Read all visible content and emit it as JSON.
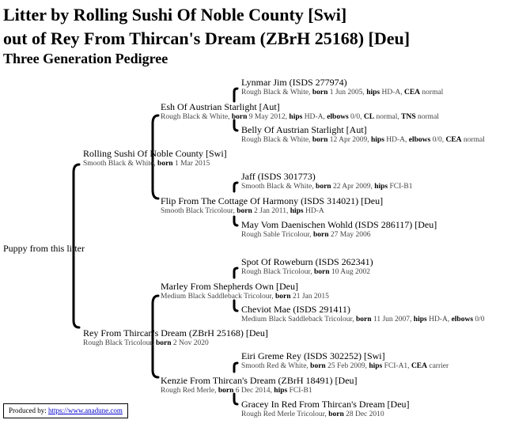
{
  "header": {
    "line1": "Litter by Rolling Sushi Of Noble County [Swi]",
    "line2": "out of Rey From Thircan's Dream (ZBrH 25168) [Deu]",
    "subtitle": "Three Generation Pedigree"
  },
  "root": {
    "label": "Puppy from this litter"
  },
  "sire": {
    "name": "Rolling Sushi Of Noble County [Swi]",
    "details": [
      {
        "t": "Smooth Black & White, "
      },
      {
        "b": "born"
      },
      {
        "t": " 1 Mar 2015"
      }
    ]
  },
  "sire_sire": {
    "name": "Esh Of Austrian Starlight [Aut]",
    "details": [
      {
        "t": "Rough Black & White, "
      },
      {
        "b": "born"
      },
      {
        "t": " 9 May 2012, "
      },
      {
        "b": "hips"
      },
      {
        "t": " HD-A, "
      },
      {
        "b": "elbows"
      },
      {
        "t": " 0/0, "
      },
      {
        "b": "CL"
      },
      {
        "t": " normal, "
      },
      {
        "b": "TNS"
      },
      {
        "t": " normal"
      }
    ]
  },
  "sire_sire_sire": {
    "name": "Lynmar Jim (ISDS 277974)",
    "details": [
      {
        "t": "Rough Black & White, "
      },
      {
        "b": "born"
      },
      {
        "t": " 1 Jun 2005, "
      },
      {
        "b": "hips"
      },
      {
        "t": " HD-A, "
      },
      {
        "b": "CEA"
      },
      {
        "t": " normal"
      }
    ]
  },
  "sire_sire_dam": {
    "name": "Belly Of Austrian Starlight [Aut]",
    "details": [
      {
        "t": "Rough Black & White, "
      },
      {
        "b": "born"
      },
      {
        "t": " 12 Apr 2009, "
      },
      {
        "b": "hips"
      },
      {
        "t": " HD-A, "
      },
      {
        "b": "elbows"
      },
      {
        "t": " 0/0, "
      },
      {
        "b": "CEA"
      },
      {
        "t": " normal"
      }
    ]
  },
  "sire_dam": {
    "name": "Flip From The Cottage Of Harmony (ISDS 314021) [Deu]",
    "details": [
      {
        "t": "Smooth Black Tricolour, "
      },
      {
        "b": "born"
      },
      {
        "t": " 2 Jan 2011, "
      },
      {
        "b": "hips"
      },
      {
        "t": " HD-A"
      }
    ]
  },
  "sire_dam_sire": {
    "name": "Jaff (ISDS 301773)",
    "details": [
      {
        "t": "Smooth Black & White, "
      },
      {
        "b": "born"
      },
      {
        "t": " 22 Apr 2009, "
      },
      {
        "b": "hips"
      },
      {
        "t": " FCI-B1"
      }
    ]
  },
  "sire_dam_dam": {
    "name": "May Vom Daenischen Wohld (ISDS 286117) [Deu]",
    "details": [
      {
        "t": "Rough Sable Tricolour, "
      },
      {
        "b": "born"
      },
      {
        "t": " 27 May 2006"
      }
    ]
  },
  "dam": {
    "name": "Rey From Thircan's Dream (ZBrH 25168) [Deu]",
    "details": [
      {
        "t": "Rough Black Tricolour, "
      },
      {
        "b": "born"
      },
      {
        "t": " 2 Nov 2020"
      }
    ]
  },
  "dam_sire": {
    "name": "Marley From Shepherds Own [Deu]",
    "details": [
      {
        "t": "Medium Black Saddleback Tricolour, "
      },
      {
        "b": "born"
      },
      {
        "t": " 21 Jan 2015"
      }
    ]
  },
  "dam_sire_sire": {
    "name": "Spot Of Roweburn (ISDS 262341)",
    "details": [
      {
        "t": "Rough Black Tricolour, "
      },
      {
        "b": "born"
      },
      {
        "t": " 10 Aug 2002"
      }
    ]
  },
  "dam_sire_dam": {
    "name": "Cheviot Mae (ISDS 291411)",
    "details": [
      {
        "t": "Medium Black Saddleback Tricolour, "
      },
      {
        "b": "born"
      },
      {
        "t": " 11 Jun 2007, "
      },
      {
        "b": "hips"
      },
      {
        "t": " HD-A, "
      },
      {
        "b": "elbows"
      },
      {
        "t": " 0/0"
      }
    ]
  },
  "dam_dam": {
    "name": "Kenzie From Thircan's Dream (ZBrH 18491) [Deu]",
    "details": [
      {
        "t": "Rough Red Merle, "
      },
      {
        "b": "born"
      },
      {
        "t": " 6 Dec 2014, "
      },
      {
        "b": "hips"
      },
      {
        "t": " FCI-B1"
      }
    ]
  },
  "dam_dam_sire": {
    "name": "Eiri Greme Rey (ISDS 302252) [Swi]",
    "details": [
      {
        "t": "Smooth Red & White, "
      },
      {
        "b": "born"
      },
      {
        "t": " 25 Feb 2009, "
      },
      {
        "b": "hips"
      },
      {
        "t": " FCI-A1, "
      },
      {
        "b": "CEA"
      },
      {
        "t": " carrier"
      }
    ]
  },
  "dam_dam_dam": {
    "name": "Gracey In Red From Thircan's Dream [Deu]",
    "details": [
      {
        "t": "Rough Red Merle Tricolour, "
      },
      {
        "b": "born"
      },
      {
        "t": " 28 Dec 2010"
      }
    ]
  },
  "footer": {
    "label": "Produced by: ",
    "link": "https://www.anadune.com"
  }
}
